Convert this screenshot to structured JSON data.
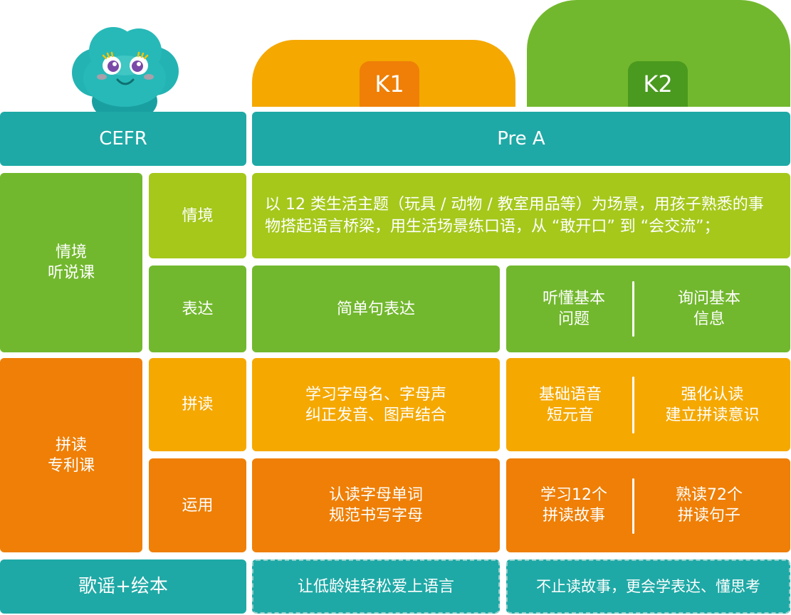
{
  "header": {
    "cefr": "CEFR",
    "level": "Pre A",
    "k1": "K1",
    "k2": "K2"
  },
  "colors": {
    "teal": "#1fa9a6",
    "lime": "#a5c81b",
    "green": "#72b82e",
    "amber": "#f5a800",
    "orange": "#ef7f06",
    "dark_green": "#4a9a1f"
  },
  "sections": {
    "situational": {
      "title": "情境\n听说课"
    },
    "phonics": {
      "title": "拼读\n专利课"
    }
  },
  "rows": {
    "context": {
      "label": "情境",
      "content": "以 12 类生活主题（玩具 / 动物 / 教室用品等）为场景，用孩子熟悉的事物搭起语言桥梁，用生活场景练口语，从 “敢开口” 到 “会交流”；"
    },
    "expression": {
      "label": "表达",
      "k1": "简单句表达",
      "k2a": "听懂基本\n问题",
      "k2b": "询问基本\n信息"
    },
    "spelling": {
      "label": "拼读",
      "k1": "学习字母名、字母声\n纠正发音、图声结合",
      "k2a": "基础语音\n短元音",
      "k2b": "强化认读\n建立拼读意识"
    },
    "usage": {
      "label": "运用",
      "k1": "认读字母单词\n规范书写字母",
      "k2a": "学习12个\n拼读故事",
      "k2b": "熟读72个\n拼读句子"
    }
  },
  "footer": {
    "left": "歌谣+绘本",
    "k1": "让低龄娃轻松爱上语言",
    "k2": "不止读故事，更会学表达、懂思考"
  }
}
